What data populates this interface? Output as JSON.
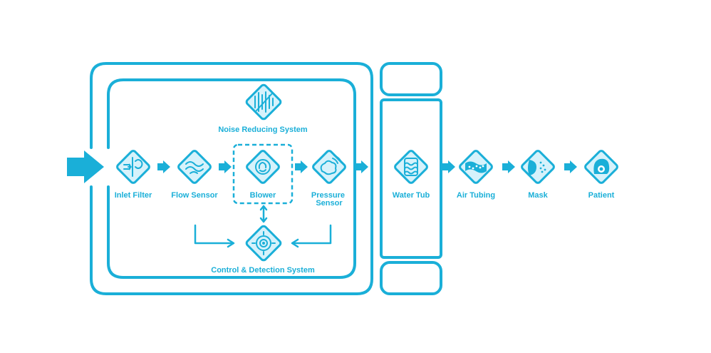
{
  "colors": {
    "accent": "#1aafd8",
    "icon_fill": "#d6f2fb",
    "background": "#ffffff"
  },
  "components": [
    {
      "id": "noise",
      "label": "Noise Reducing System",
      "icon": "noise-reducing-icon"
    },
    {
      "id": "inlet",
      "label": "Inlet Filter",
      "icon": "inlet-filter-icon"
    },
    {
      "id": "flow",
      "label": "Flow Sensor",
      "icon": "flow-sensor-icon"
    },
    {
      "id": "blower",
      "label": "Blower",
      "icon": "blower-icon"
    },
    {
      "id": "pressure",
      "label_lines": [
        "Pressure",
        "Sensor"
      ],
      "icon": "pressure-sensor-icon"
    },
    {
      "id": "control",
      "label": "Control & Detection System",
      "icon": "control-detection-icon"
    },
    {
      "id": "water",
      "label": "Water Tub",
      "icon": "water-tub-icon"
    },
    {
      "id": "tubing",
      "label": "Air Tubing",
      "icon": "air-tubing-icon"
    },
    {
      "id": "mask",
      "label": "Mask",
      "icon": "mask-icon"
    },
    {
      "id": "patient",
      "label": "Patient",
      "icon": "patient-icon"
    }
  ]
}
